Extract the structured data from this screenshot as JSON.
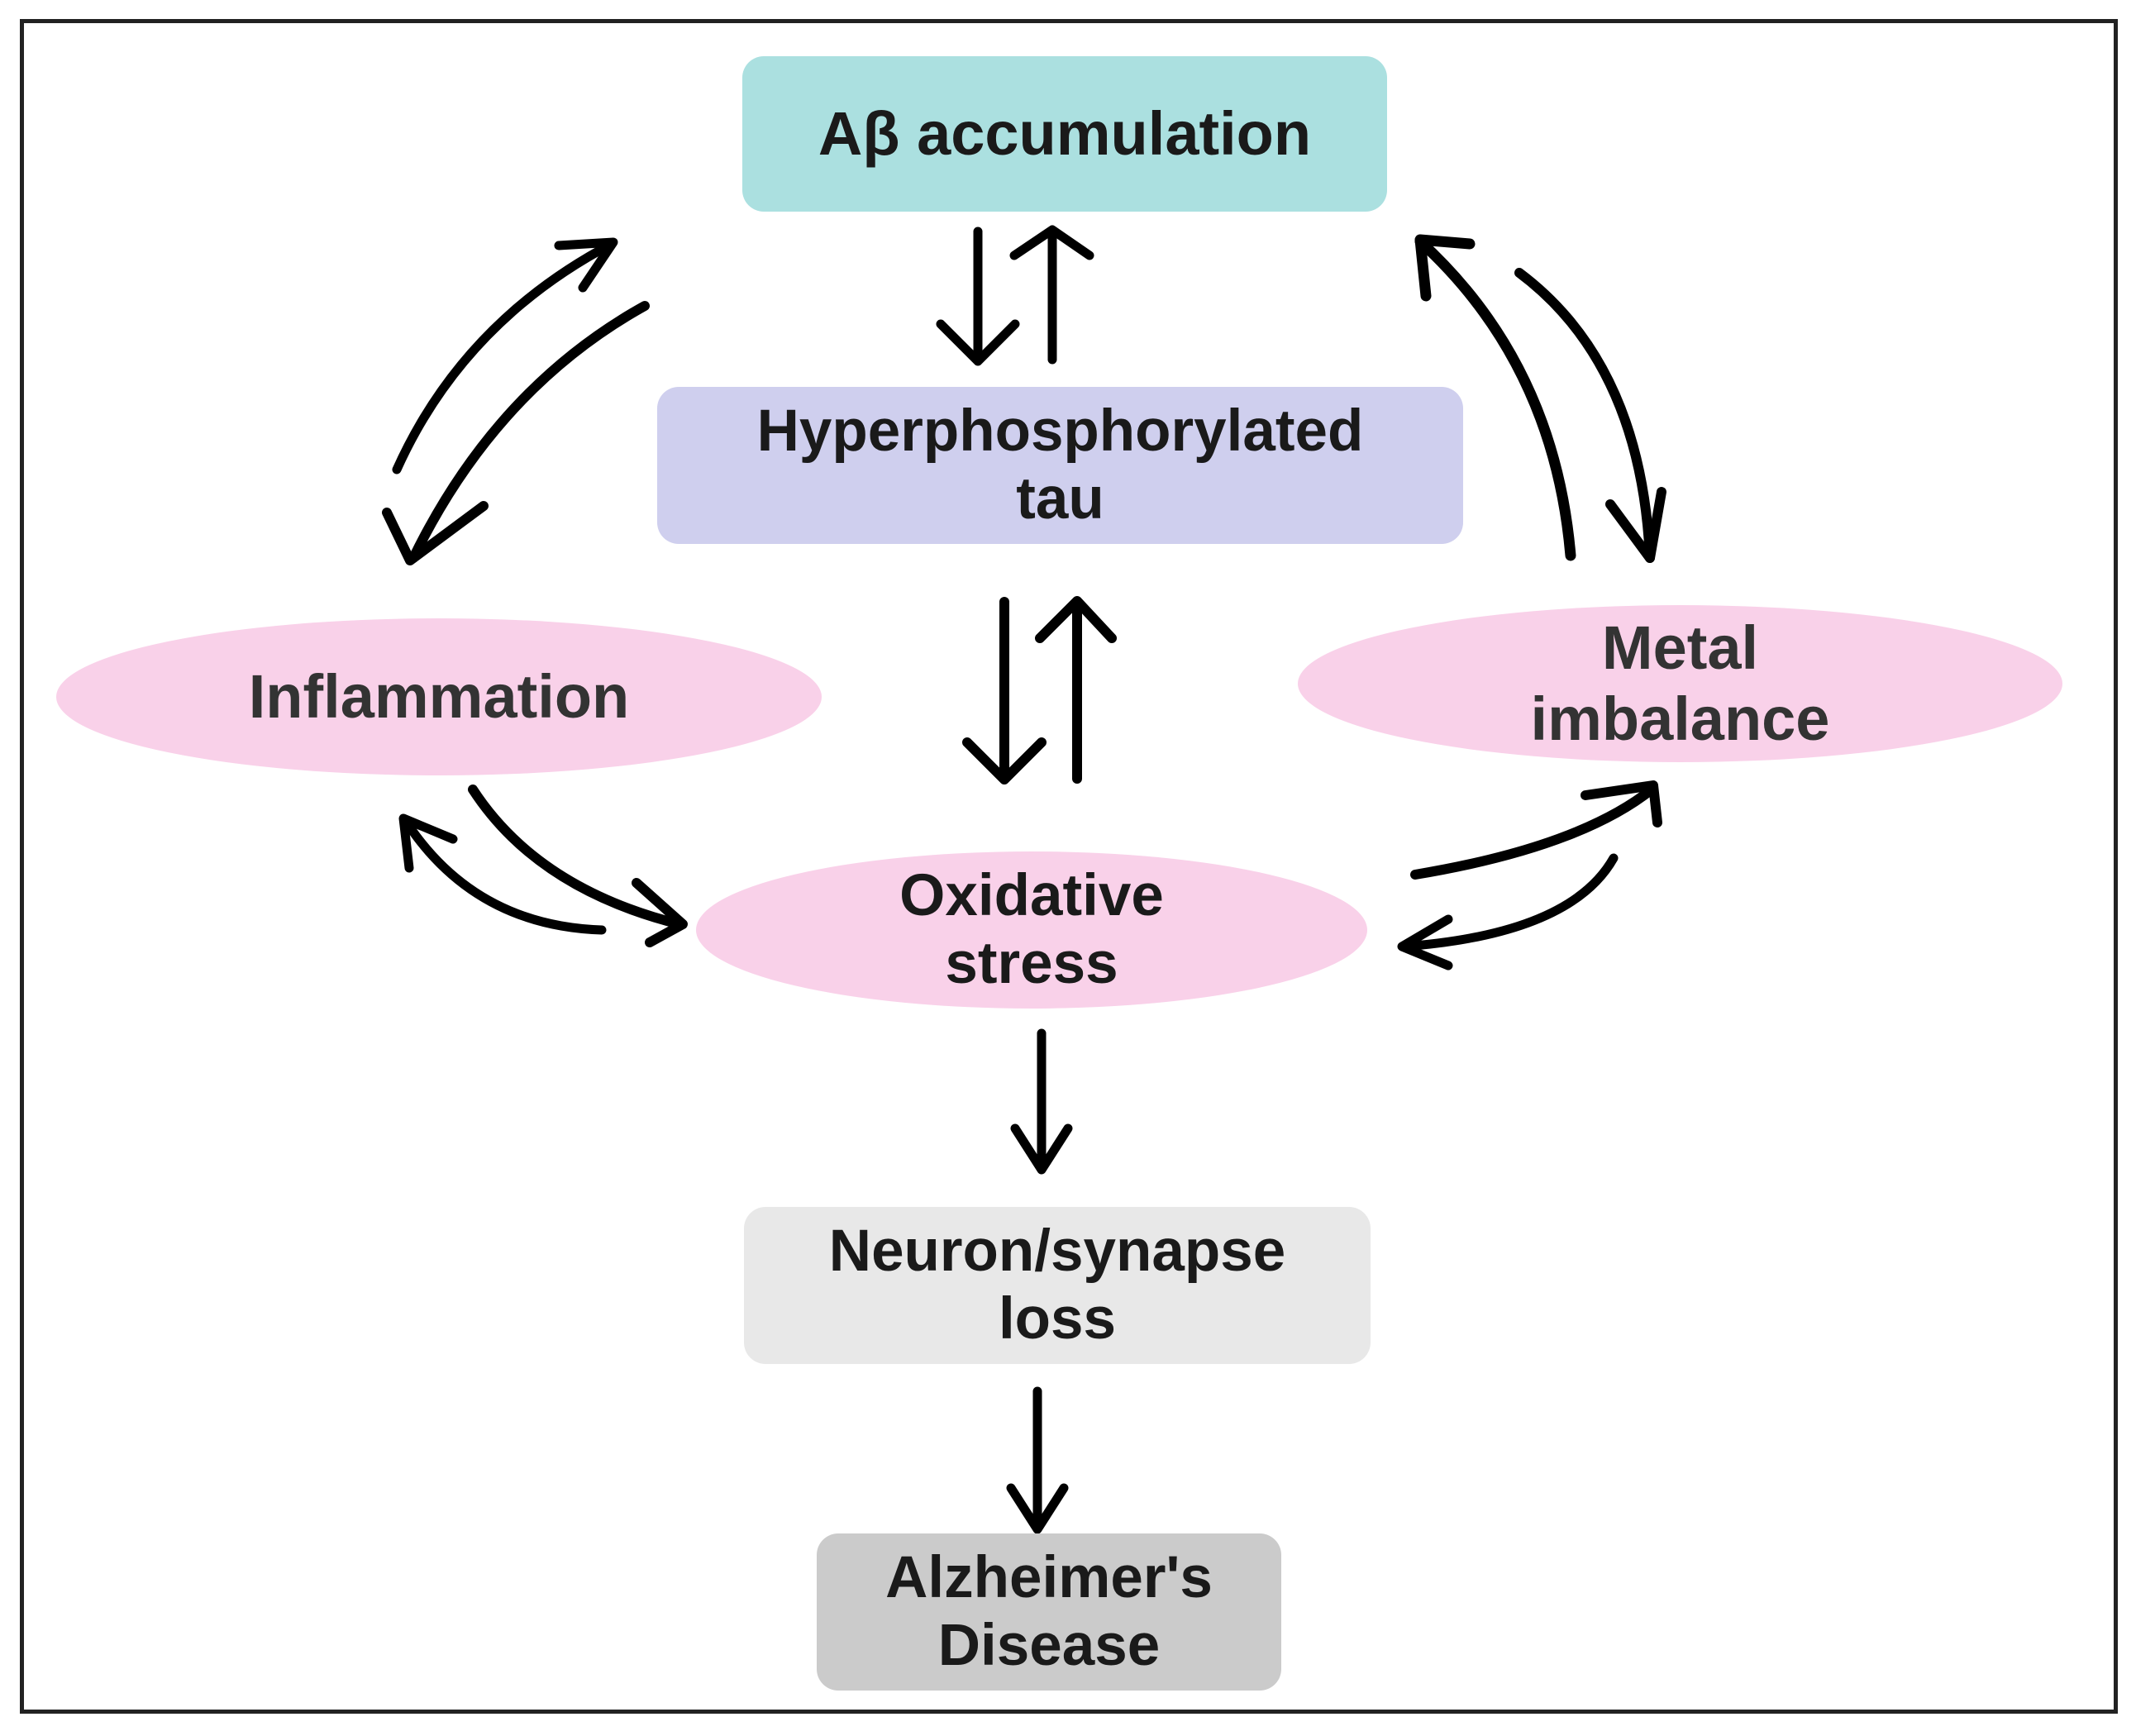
{
  "diagram": {
    "nodes": {
      "abeta": {
        "label": "Aβ accumulation",
        "fill": "#abe0e0"
      },
      "tau": {
        "line1": "Hyperphosphorylated",
        "line2": "tau",
        "fill": "#cfcfee"
      },
      "inflammation": {
        "label": "Inflammation",
        "fill": "#f9d1e9"
      },
      "metal": {
        "line1": "Metal",
        "line2": "imbalance",
        "fill": "#f9d1e9"
      },
      "oxidative": {
        "line1": "Oxidative",
        "line2": "stress",
        "fill": "#f9d1e9"
      },
      "neuron": {
        "line1": "Neuron/synapse",
        "line2": "loss",
        "fill": "#e8e8e8"
      },
      "alzheimers": {
        "line1": "Alzheimer's",
        "line2": "Disease",
        "fill": "#cbcbcb"
      }
    },
    "edges": [
      {
        "from": "abeta",
        "to": "tau",
        "direction": "bidirectional"
      },
      {
        "from": "tau",
        "to": "oxidative",
        "direction": "bidirectional"
      },
      {
        "from": "abeta",
        "to": "inflammation",
        "direction": "bidirectional"
      },
      {
        "from": "abeta",
        "to": "metal",
        "direction": "bidirectional"
      },
      {
        "from": "inflammation",
        "to": "oxidative",
        "direction": "bidirectional"
      },
      {
        "from": "oxidative",
        "to": "metal",
        "direction": "bidirectional"
      },
      {
        "from": "oxidative",
        "to": "neuron",
        "direction": "forward"
      },
      {
        "from": "neuron",
        "to": "alzheimers",
        "direction": "forward"
      }
    ],
    "arrow_color": "#000000",
    "frame_color": "#222222"
  }
}
